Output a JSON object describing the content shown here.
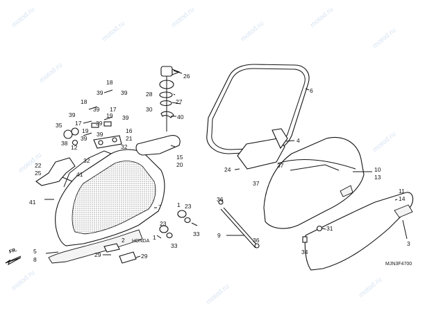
{
  "watermark": {
    "text": "motod.ru"
  },
  "diagram_code": "MJN3F4700",
  "direction_label": "FR.",
  "callouts": [
    {
      "id": "c26",
      "text": "26"
    },
    {
      "id": "c6",
      "text": "6"
    },
    {
      "id": "c18",
      "text": "18"
    },
    {
      "id": "c39a",
      "text": "39"
    },
    {
      "id": "c39b",
      "text": "39"
    },
    {
      "id": "c28",
      "text": "28"
    },
    {
      "id": "c27",
      "text": "27"
    },
    {
      "id": "c30",
      "text": "30"
    },
    {
      "id": "c40",
      "text": "40"
    },
    {
      "id": "c18b",
      "text": "18"
    },
    {
      "id": "c39c",
      "text": "39"
    },
    {
      "id": "c39d",
      "text": "39"
    },
    {
      "id": "c17a",
      "text": "17"
    },
    {
      "id": "c19a",
      "text": "19"
    },
    {
      "id": "c39e",
      "text": "39"
    },
    {
      "id": "c35",
      "text": "35"
    },
    {
      "id": "c39f",
      "text": "39"
    },
    {
      "id": "c17b",
      "text": "17"
    },
    {
      "id": "c19b",
      "text": "19"
    },
    {
      "id": "c16",
      "text": "16"
    },
    {
      "id": "c21",
      "text": "21"
    },
    {
      "id": "c39g",
      "text": "39"
    },
    {
      "id": "c38",
      "text": "38"
    },
    {
      "id": "c39h",
      "text": "39"
    },
    {
      "id": "c12",
      "text": "12"
    },
    {
      "id": "c32a",
      "text": "32"
    },
    {
      "id": "c32b",
      "text": "32"
    },
    {
      "id": "c15",
      "text": "15"
    },
    {
      "id": "c20",
      "text": "20"
    },
    {
      "id": "c4",
      "text": "4"
    },
    {
      "id": "c24",
      "text": "24"
    },
    {
      "id": "c37a",
      "text": "37"
    },
    {
      "id": "c37b",
      "text": "37"
    },
    {
      "id": "c10",
      "text": "10"
    },
    {
      "id": "c13",
      "text": "13"
    },
    {
      "id": "c22",
      "text": "22"
    },
    {
      "id": "c25",
      "text": "25"
    },
    {
      "id": "c41a",
      "text": "41"
    },
    {
      "id": "c41b",
      "text": "41"
    },
    {
      "id": "c11",
      "text": "11"
    },
    {
      "id": "c14",
      "text": "14"
    },
    {
      "id": "c36a",
      "text": "36"
    },
    {
      "id": "c1a",
      "text": "1"
    },
    {
      "id": "c23a",
      "text": "23"
    },
    {
      "id": "c7",
      "text": "7"
    },
    {
      "id": "c33a",
      "text": "33"
    },
    {
      "id": "c9",
      "text": "9"
    },
    {
      "id": "c31",
      "text": "31"
    },
    {
      "id": "c3",
      "text": "3"
    },
    {
      "id": "c2",
      "text": "2"
    },
    {
      "id": "c23b",
      "text": "23"
    },
    {
      "id": "c1b",
      "text": "1"
    },
    {
      "id": "c33b",
      "text": "33"
    },
    {
      "id": "c36b",
      "text": "36"
    },
    {
      "id": "c34",
      "text": "34"
    },
    {
      "id": "c5",
      "text": "5"
    },
    {
      "id": "c8",
      "text": "8"
    },
    {
      "id": "c29a",
      "text": "29"
    },
    {
      "id": "c29b",
      "text": "29"
    }
  ]
}
